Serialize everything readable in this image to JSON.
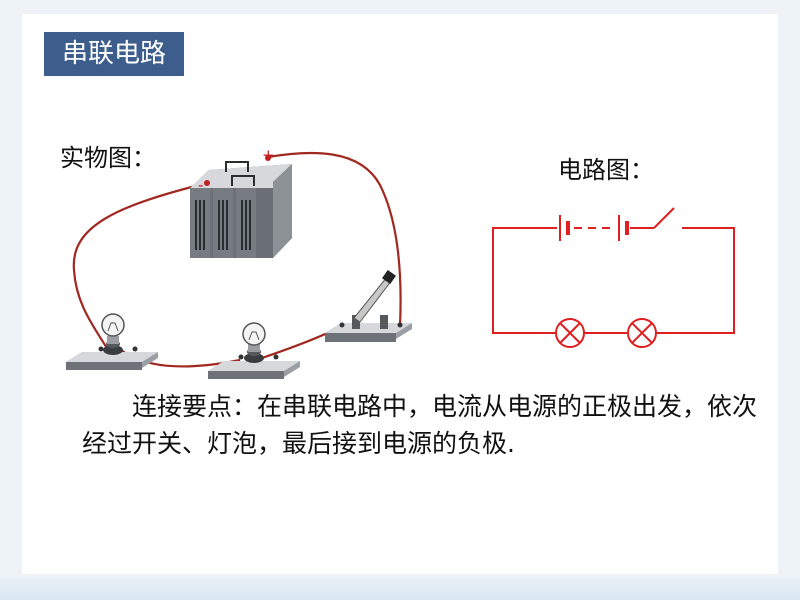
{
  "title": "串联电路",
  "labels": {
    "physical": "实物图：",
    "schematic": "电路图："
  },
  "terminals": {
    "positive": "+",
    "negative": "-"
  },
  "body_text": "连接要点：在串联电路中，电流从电源的正极出发，依次经过开关、灯泡，最后接到电源的负极.",
  "colors": {
    "title_bg": "#3d5d8c",
    "wire": "#a02820",
    "schematic_wire": "#e02020"
  },
  "icons": [
    "battery-icon",
    "bulb-icon",
    "knife-switch-icon"
  ]
}
